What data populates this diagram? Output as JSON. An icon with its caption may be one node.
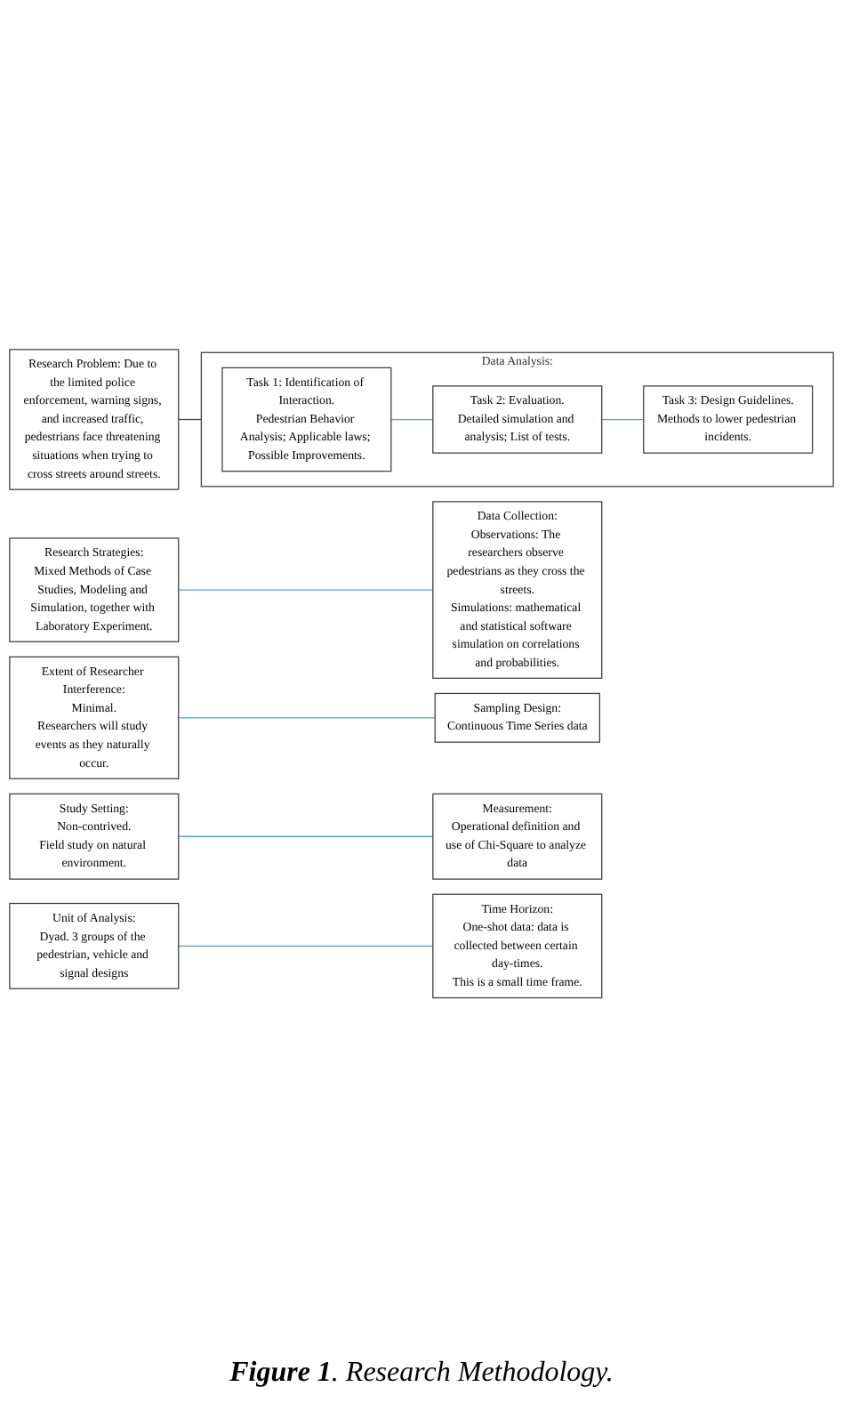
{
  "diagram": {
    "caption": "**Figure 1**. Research Methodology.",
    "nodes": [
      {
        "text": [
          "Research Problem: Due to the limited police enforcement, warning signs, and increased traffic, pedestrians face threatening situations when trying to cross streets around streets."
        ]
      },
      {
        "text": [
          "Research Strategies:",
          "Mixed Methods of Case Studies, Modeling and Simulation, together with Laboratory Experiment."
        ]
      },
      {
        "text": [
          "Data Collection:",
          "Observations: The researchers observe pedestrians as they cross the streets.",
          "Simulations: mathematical and statistical software simulation on correlations and probabilities."
        ]
      },
      {
        "text": [
          "Extent of Researcher Interference:",
          "Minimal.",
          "Researchers will study events as they naturally occur."
        ]
      },
      {
        "text": [
          "Sampling Design:",
          "Continuous Time Series data"
        ]
      },
      {
        "text": [
          "Study Setting:",
          "Non-contrived.",
          "Field study on natural environment."
        ]
      },
      {
        "text": [
          "Measurement:",
          "Operational definition and use of Chi-Square to analyze data"
        ]
      },
      {
        "text": [
          "Unit of Analysis:",
          "Dyad. 3 groups of the pedestrian, vehicle and signal designs"
        ]
      },
      {
        "text": [
          "Time Horizon:",
          "One-shot data: data is collected between certain day-times.",
          "This is a small time frame."
        ]
      },
      {
        "text": [
          "Data Analysis:"
        ]
      },
      {
        "text": [
          "Task 1: Identification of Interaction.",
          "Pedestrian Behavior Analysis; Applicable laws; Possible Improvements."
        ],
        "in": 9
      },
      {
        "text": [
          "Task 2: Evaluation.",
          "Detailed simulation and analysis; List of tests."
        ],
        "in": 9
      },
      {
        "text": [
          "Task 3: Design Guidelines.",
          "Methods to lower pedestrian incidents."
        ],
        "in": 9
      }
    ],
    "edges": [
      {
        "from": 0,
        "to": 9,
        "arrow": "none",
        "color": "#404040"
      },
      {
        "from": 1,
        "to": 2,
        "arrow": "none"
      },
      {
        "from": 3,
        "to": 4,
        "arrow": "none"
      },
      {
        "from": 5,
        "to": 6,
        "arrow": "none"
      },
      {
        "from": 7,
        "to": 8,
        "arrow": "none"
      },
      {
        "from": 10,
        "to": 11,
        "arrow": "none"
      },
      {
        "from": 11,
        "to": 12,
        "arrow": "none"
      }
    ]
  }
}
